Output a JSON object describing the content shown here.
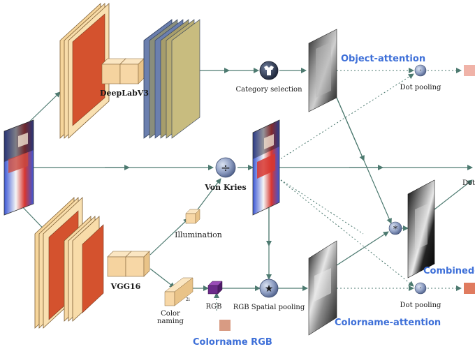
{
  "labels": {
    "deeplab": "DeepLabV3",
    "vgg": "VGG16",
    "category_selection": "Category selection",
    "object_attention": "Object-attention",
    "dot_pooling_top": "Dot pooling",
    "dot_pooling_bottom": "Dot pooling",
    "dot_right": "Dot",
    "von_kries": "Von Kries",
    "illumination": "Illumination",
    "color": "Color",
    "naming": "naming",
    "rgb": "RGB",
    "rgb_spatial_pooling": "RGB Spatial pooling",
    "colorname_attention": "Colorname-attention",
    "colorname_rgb": "Colorname RGB",
    "combined_attention": "Combined-a",
    "dim_label": "2i"
  },
  "symbols": {
    "divide": "÷",
    "star": "★",
    "multiply": "*",
    "dot": "·"
  },
  "colors": {
    "orange_light": "#f7d9a8",
    "orange_dark": "#d4522e",
    "blue_layer": "#6b7fae",
    "olive_layer": "#b4a768",
    "purple_cube": "#6b2a8a",
    "swatch_pink": "#f0b3a8",
    "swatch_coral": "#e07b5f",
    "swatch_brown": "#d89b83",
    "accent_blue": "#3d6fd8",
    "arrow": "#4d7a70",
    "node": "#7f90b5"
  }
}
